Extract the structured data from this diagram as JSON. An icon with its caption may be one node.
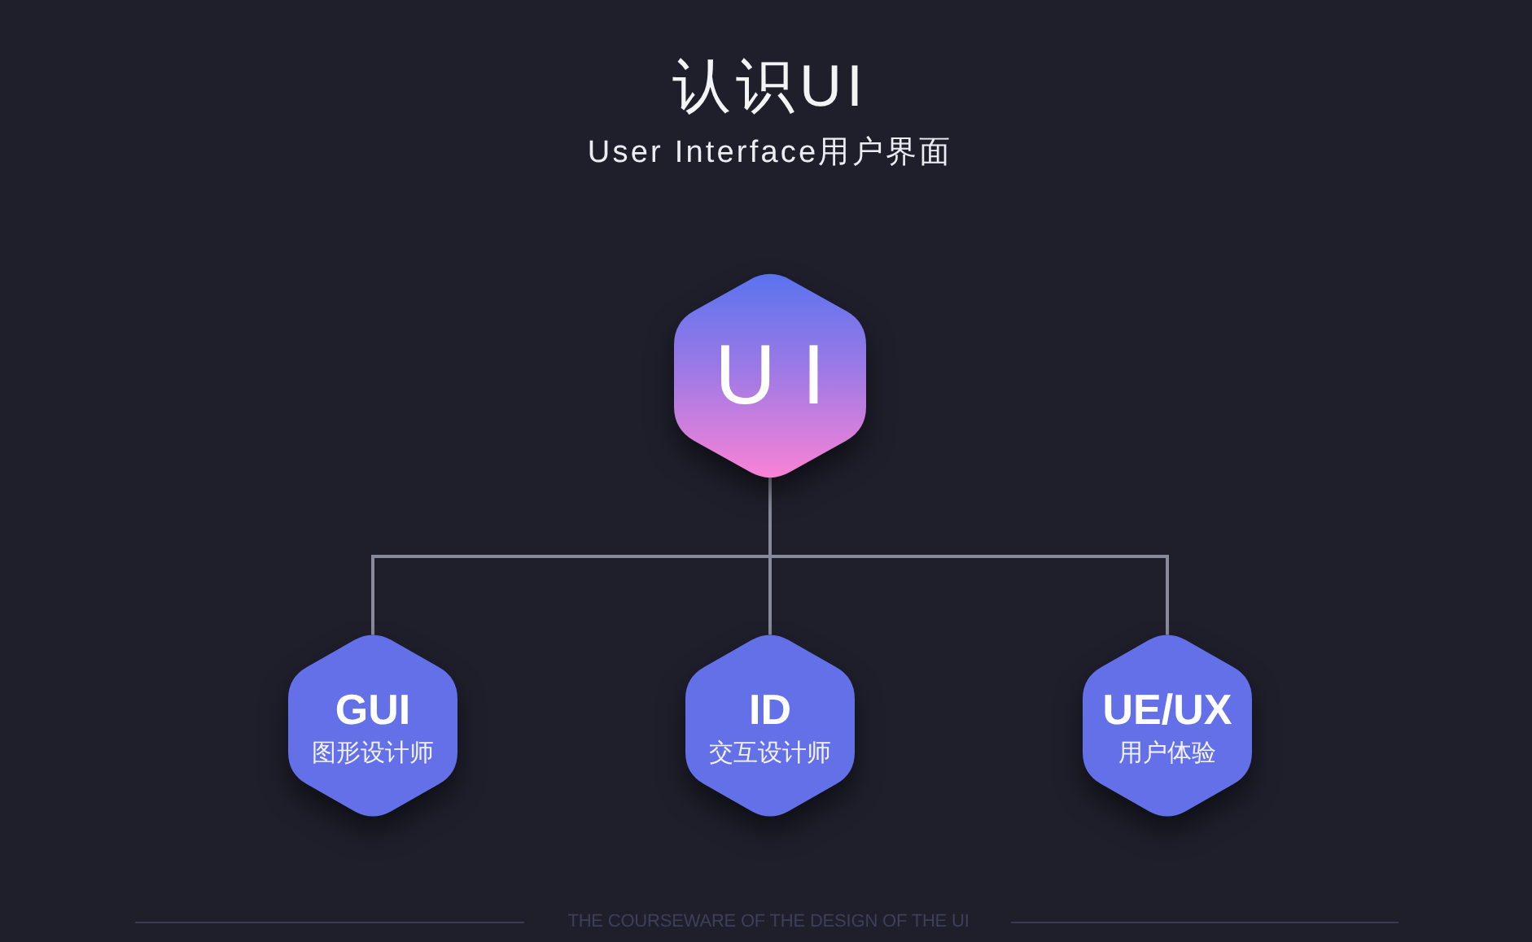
{
  "diagram": {
    "title": "认识UI",
    "nodes": [
      {
        "text": [
          "UI"
        ]
      },
      {
        "text": [
          "GUI",
          "图形设计师"
        ]
      },
      {
        "text": [
          "ID",
          "交互设计师"
        ]
      },
      {
        "text": [
          "UE/UX",
          "用户体验"
        ]
      }
    ],
    "edges": [
      {
        "from": 0,
        "to": 1,
        "arrow": "none"
      },
      {
        "from": 0,
        "to": 2,
        "arrow": "none"
      },
      {
        "from": 0,
        "to": 3,
        "arrow": "none"
      }
    ],
    "labels": [
      "User Interface用户界面",
      "THE COURSEWARE OF THE DESIGN OF THE UI"
    ]
  }
}
